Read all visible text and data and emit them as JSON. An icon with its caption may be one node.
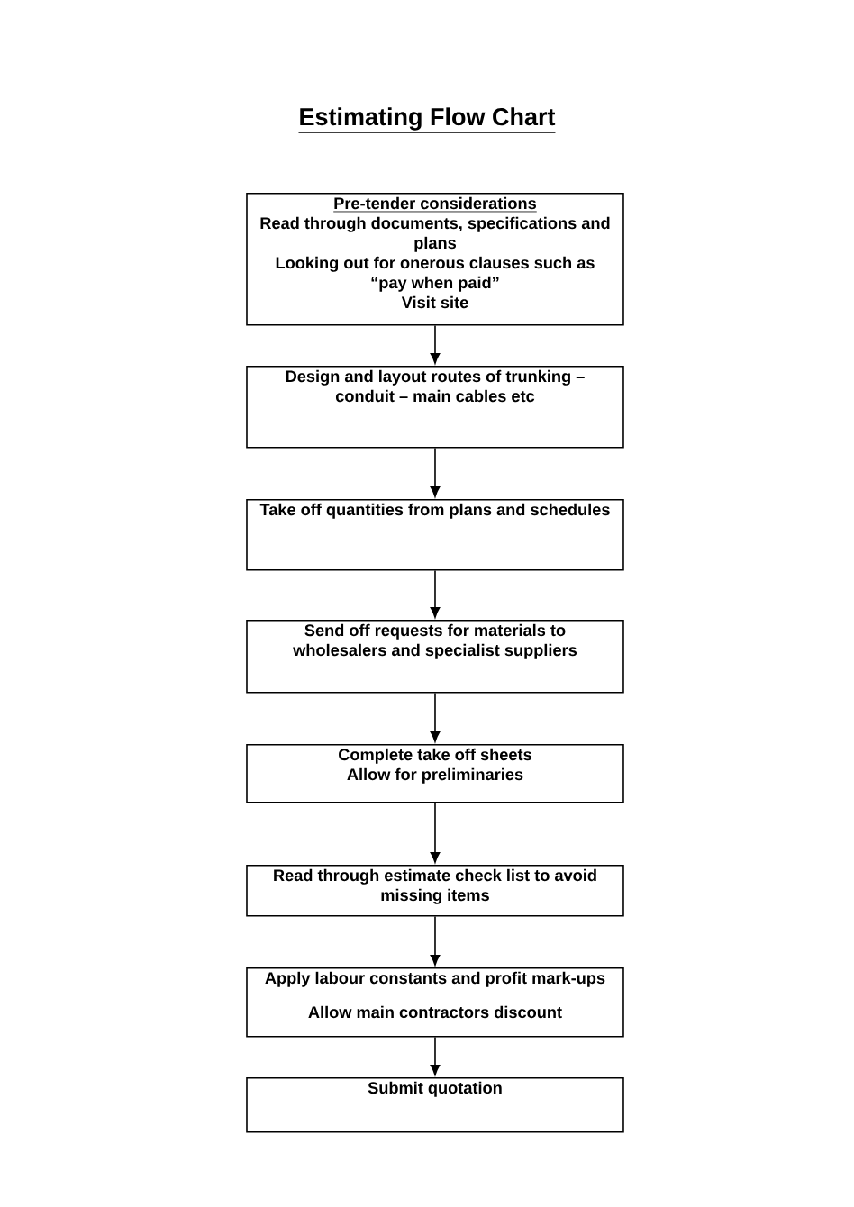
{
  "diagram": {
    "title": "Estimating Flow Chart",
    "nodes": [
      {
        "text": [
          "Pre-tender considerations",
          "Read through documents, specifications and plans",
          "Looking out for onerous clauses such as “pay when paid”",
          "Visit site"
        ]
      },
      {
        "text": [
          "Design and layout routes of trunking – conduit – main cables etc"
        ]
      },
      {
        "text": [
          "Take off quantities from plans and schedules"
        ]
      },
      {
        "text": [
          "Send off requests for materials to wholesalers and specialist suppliers"
        ]
      },
      {
        "text": [
          "Complete take off sheets",
          "Allow for preliminaries"
        ]
      },
      {
        "text": [
          "Read through estimate check list to avoid missing items"
        ]
      },
      {
        "text": [
          "Apply labour constants and profit mark-ups",
          "Allow main contractors discount"
        ]
      },
      {
        "text": [
          "Submit quotation"
        ]
      }
    ],
    "edges": [
      {
        "from": 0,
        "to": 1,
        "arrow": "to"
      },
      {
        "from": 1,
        "to": 2,
        "arrow": "to"
      },
      {
        "from": 2,
        "to": 3,
        "arrow": "to"
      },
      {
        "from": 3,
        "to": 4,
        "arrow": "to"
      },
      {
        "from": 4,
        "to": 5,
        "arrow": "to"
      },
      {
        "from": 5,
        "to": 6,
        "arrow": "to"
      },
      {
        "from": 6,
        "to": 7,
        "arrow": "to"
      }
    ]
  }
}
